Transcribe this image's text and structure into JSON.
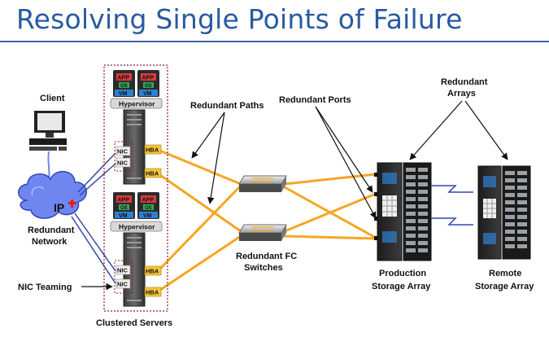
{
  "title": "Resolving Single Points of Failure",
  "labels": {
    "client": "Client",
    "redundant_network_1": "Redundant",
    "redundant_network_2": "Network",
    "nic_teaming": "NIC Teaming",
    "clustered_servers": "Clustered Servers",
    "redundant_paths": "Redundant Paths",
    "redundant_ports": "Redundant Ports",
    "redundant_arrays_1": "Redundant",
    "redundant_arrays_2": "Arrays",
    "fc_switches_1": "Redundant FC",
    "fc_switches_2": "Switches",
    "production_1": "Production",
    "production_2": "Storage Array",
    "remote_1": "Remote",
    "remote_2": "Storage Array"
  },
  "server_parts": {
    "app": "APP",
    "os": "OS",
    "vm": "VM",
    "hypervisor": "Hypervisor",
    "nic": "NIC",
    "hba": "HBA",
    "ip": "IP"
  },
  "colors": {
    "title": "#2a5aa0",
    "path_orange": "#f5a623",
    "dashed_box": "#8a1c2b",
    "hba_yellow": "#f7c63a",
    "vm_blue": "#2f7fd0",
    "os_green": "#3aa35a",
    "app_red": "#d93b3b",
    "cloud_blue": "#6f86f0",
    "link_blue": "#3447a8"
  }
}
